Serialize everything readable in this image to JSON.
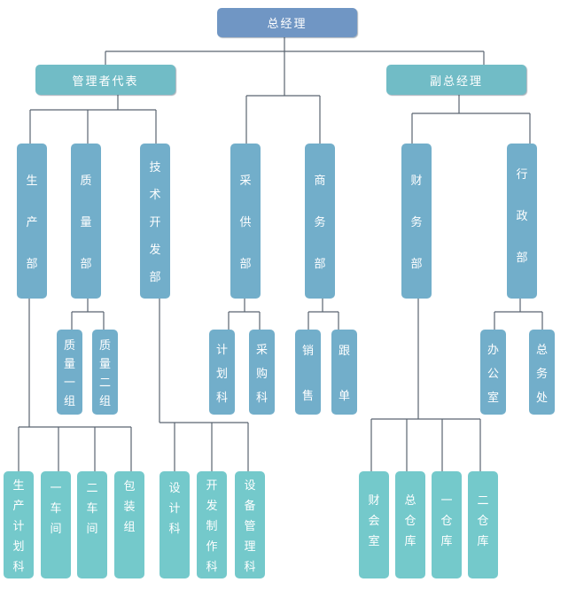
{
  "chart": {
    "title": "总经理",
    "colors": {
      "top": "#7096c4",
      "level2": "#71bcc6",
      "department": "#72aeca",
      "section": "#74c9cb",
      "connector": "#5a6470"
    },
    "root": {
      "label": "总经理"
    },
    "level2": [
      {
        "id": "rep",
        "label": "管理者代表"
      },
      {
        "id": "deputy",
        "label": "副总经理"
      }
    ],
    "departments": [
      {
        "id": "production",
        "label": "生产部",
        "parent": "rep"
      },
      {
        "id": "quality",
        "label": "质量部",
        "parent": "rep"
      },
      {
        "id": "tech",
        "label": "技术开发部",
        "parent": "rep"
      },
      {
        "id": "purchase",
        "label": "采供部",
        "parent": "root"
      },
      {
        "id": "business",
        "label": "商务部",
        "parent": "root"
      },
      {
        "id": "finance",
        "label": "财务部",
        "parent": "deputy"
      },
      {
        "id": "admin",
        "label": "行政部",
        "parent": "deputy"
      }
    ],
    "subunits": [
      {
        "label": "质量一组",
        "parent": "quality"
      },
      {
        "label": "质量二组",
        "parent": "quality"
      },
      {
        "label": "计划科",
        "parent": "purchase"
      },
      {
        "label": "采购科",
        "parent": "purchase"
      },
      {
        "label": "销售",
        "parent": "business"
      },
      {
        "label": "跟单",
        "parent": "business"
      },
      {
        "label": "办公室",
        "parent": "admin"
      },
      {
        "label": "总务处",
        "parent": "admin"
      }
    ],
    "sections": [
      {
        "label": "生产计划科",
        "parent": "production"
      },
      {
        "label": "一车间",
        "parent": "production"
      },
      {
        "label": "二车间",
        "parent": "production"
      },
      {
        "label": "包装组",
        "parent": "production"
      },
      {
        "label": "设计科",
        "parent": "tech"
      },
      {
        "label": "开发制作科",
        "parent": "tech"
      },
      {
        "label": "设备管理科",
        "parent": "tech"
      },
      {
        "label": "财会室",
        "parent": "finance"
      },
      {
        "label": "总仓库",
        "parent": "finance"
      },
      {
        "label": "一仓库",
        "parent": "finance"
      },
      {
        "label": "二仓库",
        "parent": "finance"
      }
    ]
  }
}
